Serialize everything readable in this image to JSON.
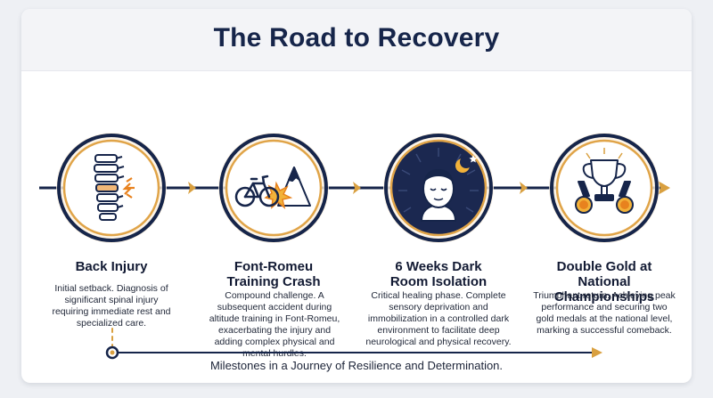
{
  "title": "The Road to Recovery",
  "stages": [
    {
      "title": "Back Injury",
      "description": "Initial setback. Diagnosis of significant spinal injury requiring immediate rest and specialized care.",
      "icon": "spine-icon"
    },
    {
      "title": "Font-Romeu Training Crash",
      "description": "Compound challenge. A subsequent accident during altitude training in Font-Romeu, exacerbating the injury and adding complex physical and mental hurdles.",
      "icon": "bicycle-crash-icon"
    },
    {
      "title": "6 Weeks Dark Room Isolation",
      "description": "Critical healing phase. Complete sensory deprivation and immobilization in a controlled dark environment to facilitate deep neurological and physical recovery.",
      "icon": "resting-face-moon-icon"
    },
    {
      "title": "Double Gold at National Championships",
      "description": "Triumphant return. Achieving peak performance and securing two gold medals at the national level, marking a successful comeback.",
      "icon": "trophy-medals-icon"
    }
  ],
  "footer": "Milestones in a Journey of Resilience and Determination.",
  "colors": {
    "navy": "#16254a",
    "gold": "#d9a040",
    "accent_orange": "#e8821e"
  }
}
